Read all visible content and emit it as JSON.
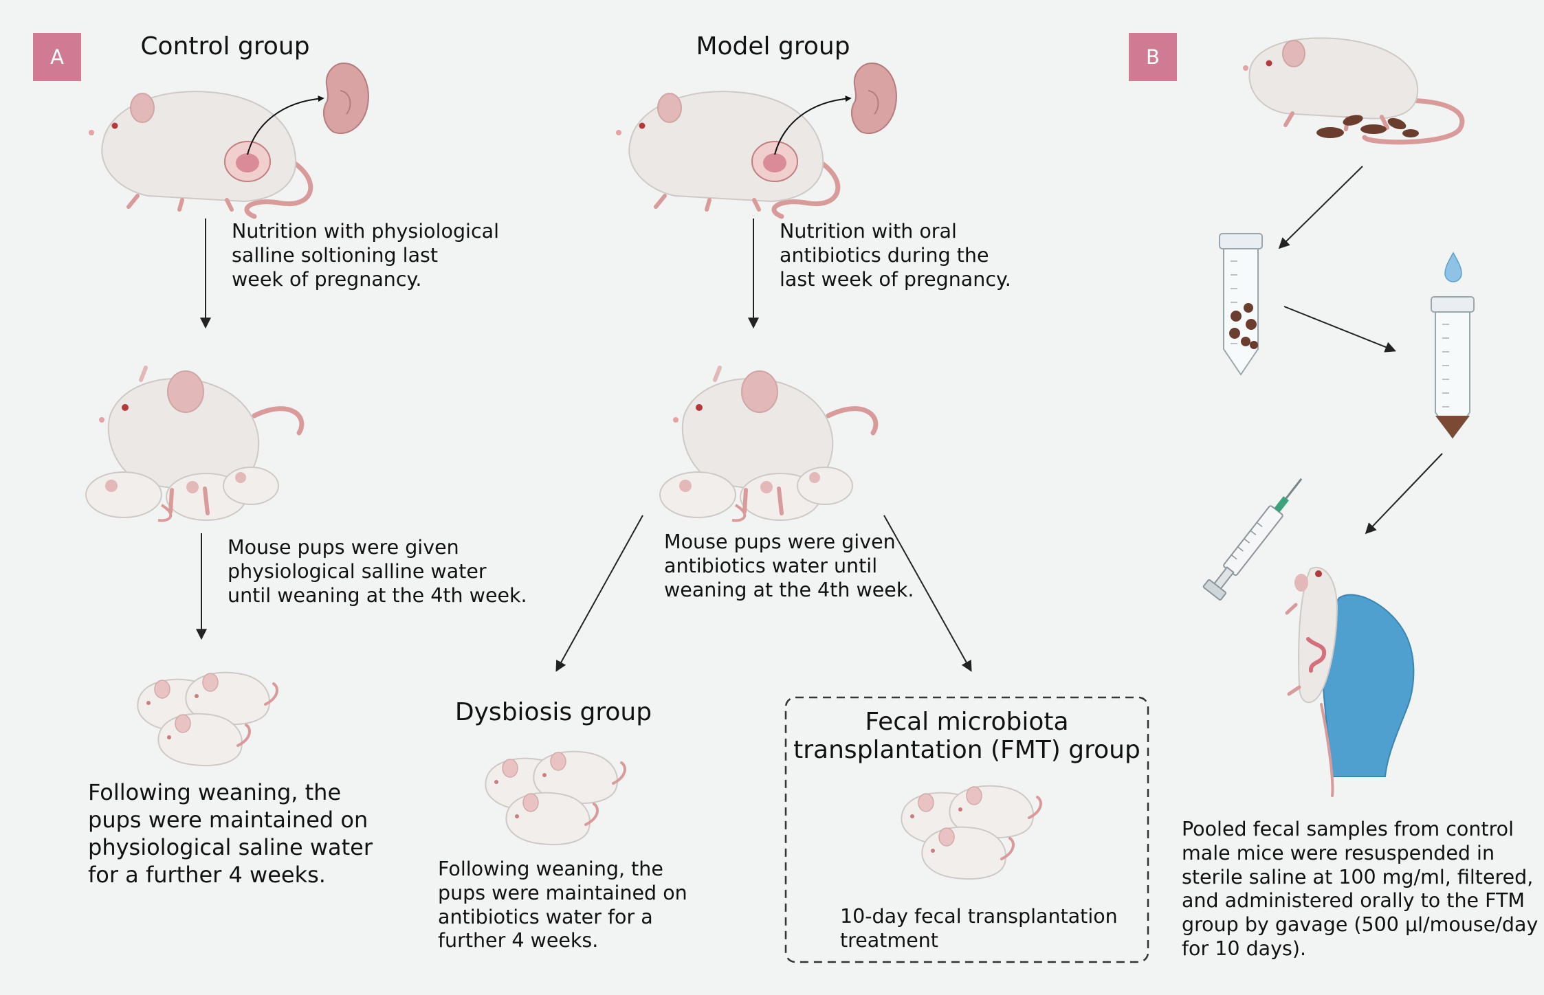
{
  "panel_a": {
    "badge": "A",
    "control_title": "Control group",
    "model_title": "Model group",
    "control_step1": "Nutrition with physiological\nsalline soltioning last\nweek of pregnancy.",
    "model_step1": "Nutrition with oral\nantibiotics during the\nlast week of pregnancy.",
    "control_step2": "Mouse pups were given\nphysiological salline water\nuntil weaning at the 4th week.",
    "model_step2": "Mouse pups were given\nantibiotics water until\nweaning at the 4th week.",
    "control_outcome": "Following weaning, the\npups were maintained on\nphysiological saline water\nfor a further 4 weeks.",
    "dysbiosis_title": "Dysbiosis group",
    "dysbiosis_outcome": "Following weaning, the\npups were maintained on\nantibiotics water for a\nfurther 4 weeks.",
    "fmt_title": "Fecal microbiota\ntransplantation (FMT) group",
    "fmt_outcome": "10-day fecal transplantation\ntreatment"
  },
  "panel_b": {
    "badge": "B",
    "description": "Pooled fecal samples from control\nmale mice were resuspended in\nsterile saline at 100 mg/ml, filtered,\nand administered orally to the FTM\ngroup by gavage (500 μl/mouse/day\nfor 10 days)."
  },
  "colors": {
    "badge": "#cf7b93",
    "background": "#f2f3f3",
    "mouse_body": "#ebe8e6",
    "mouse_pink": "#d99a9a",
    "glove": "#4f9fcf",
    "feces": "#6b3d2e"
  }
}
